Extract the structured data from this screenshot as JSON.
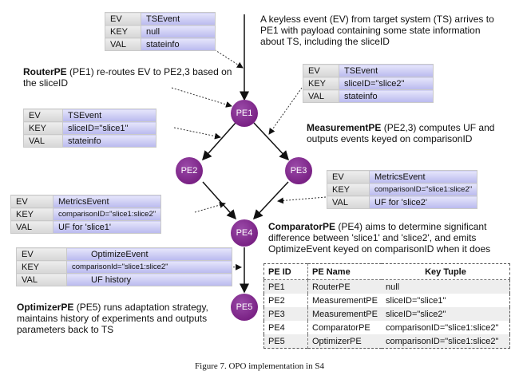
{
  "events": {
    "ts_ev_top": {
      "rows": [
        {
          "k": "EV",
          "v": "TSEvent"
        },
        {
          "k": "KEY",
          "v": "null"
        },
        {
          "k": "VAL",
          "v": "stateinfo"
        }
      ]
    },
    "ts_ev_slice2": {
      "rows": [
        {
          "k": "EV",
          "v": "TSEvent"
        },
        {
          "k": "KEY",
          "v": "sliceID=\"slice2\""
        },
        {
          "k": "VAL",
          "v": "stateinfo"
        }
      ]
    },
    "ts_ev_slice1": {
      "rows": [
        {
          "k": "EV",
          "v": "TSEvent"
        },
        {
          "k": "KEY",
          "v": "sliceID=\"slice1\""
        },
        {
          "k": "VAL",
          "v": "stateinfo"
        }
      ]
    },
    "metrics_slice2": {
      "rows": [
        {
          "k": "EV",
          "v": "MetricsEvent"
        },
        {
          "k": "KEY",
          "v": "comparisonID=\"slice1:slice2\""
        },
        {
          "k": "VAL",
          "v": "UF for 'slice2'"
        }
      ]
    },
    "metrics_slice1": {
      "rows": [
        {
          "k": "EV",
          "v": "MetricsEvent"
        },
        {
          "k": "KEY",
          "v": "comparisonID=\"slice1:slice2\""
        },
        {
          "k": "VAL",
          "v": "UF for 'slice1'"
        }
      ]
    },
    "optimize": {
      "rows": [
        {
          "k": "EV",
          "v": "OptimizeEvent"
        },
        {
          "k": "KEY",
          "v": "comparisonId=\"slice1:slice2\""
        },
        {
          "k": "VAL",
          "v": "UF history"
        }
      ]
    }
  },
  "descriptions": {
    "intro": "A keyless event (EV) from target system (TS) arrives to PE1 with payload containing some state information about TS, including the sliceID",
    "router": {
      "name": "RouterPE",
      "text": " (PE1) re-routes EV to PE2,3 based on the sliceID"
    },
    "measurement": {
      "name": "MeasurementPE",
      "text": " (PE2,3) computes UF and outputs events keyed on comparisonID"
    },
    "comparator": {
      "name": "ComparatorPE",
      "text": " (PE4) aims to determine significant difference between 'slice1' and 'slice2', and emits OptimizeEvent keyed on comparisonID when it does"
    },
    "optimizer": {
      "name": "OptimizerPE",
      "text": " (PE5) runs adaptation strategy, maintains history of experiments and outputs parameters back to TS"
    }
  },
  "nodes": {
    "pe1": "PE1",
    "pe2": "PE2",
    "pe3": "PE3",
    "pe4": "PE4",
    "pe5": "PE5"
  },
  "pe_table": {
    "headers": [
      "PE ID",
      "PE Name",
      "Key Tuple"
    ],
    "rows": [
      [
        "PE1",
        "RouterPE",
        "null"
      ],
      [
        "PE2",
        "MeasurementPE",
        "sliceID=\"slice1\""
      ],
      [
        "PE3",
        "MeasurementPE",
        "sliceID=\"slice2\""
      ],
      [
        "PE4",
        "ComparatorPE",
        "comparisonID=\"slice1:slice2\""
      ],
      [
        "PE5",
        "OptimizerPE",
        "comparisonID=\"slice1:slice2\""
      ]
    ]
  },
  "caption": "Figure 7.   OPO implementation in S4"
}
